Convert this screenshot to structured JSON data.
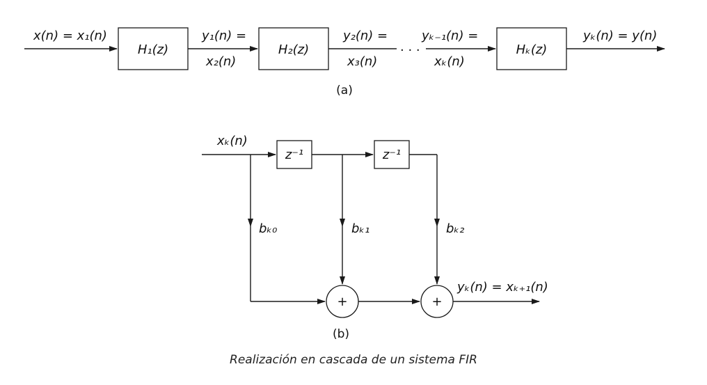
{
  "part_a": {
    "input_label": "x(n) = x₁(n)",
    "h1": "H₁(z)",
    "y1_top": "y₁(n) =",
    "x2_bottom": "x₂(n)",
    "h2": "H₂(z)",
    "y2_top": "y₂(n) =",
    "x3_bottom": "x₃(n)",
    "dots": "· · ·",
    "yk1_top": "yₖ₋₁(n) =",
    "xk_bottom": "xₖ(n)",
    "hk": "Hₖ(z)",
    "output_label": "yₖ(n) = y(n)",
    "caption": "(a)"
  },
  "part_b": {
    "input_label": "xₖ(n)",
    "delay1": "z⁻¹",
    "delay2": "z⁻¹",
    "coef0": "bₖ₀",
    "coef1": "bₖ₁",
    "coef2": "bₖ₂",
    "adder1": "+",
    "adder2": "+",
    "output_label": "yₖ(n) = xₖ₊₁(n)",
    "caption": "(b)"
  },
  "figure_caption": "Realización en cascada de un sistema FIR"
}
